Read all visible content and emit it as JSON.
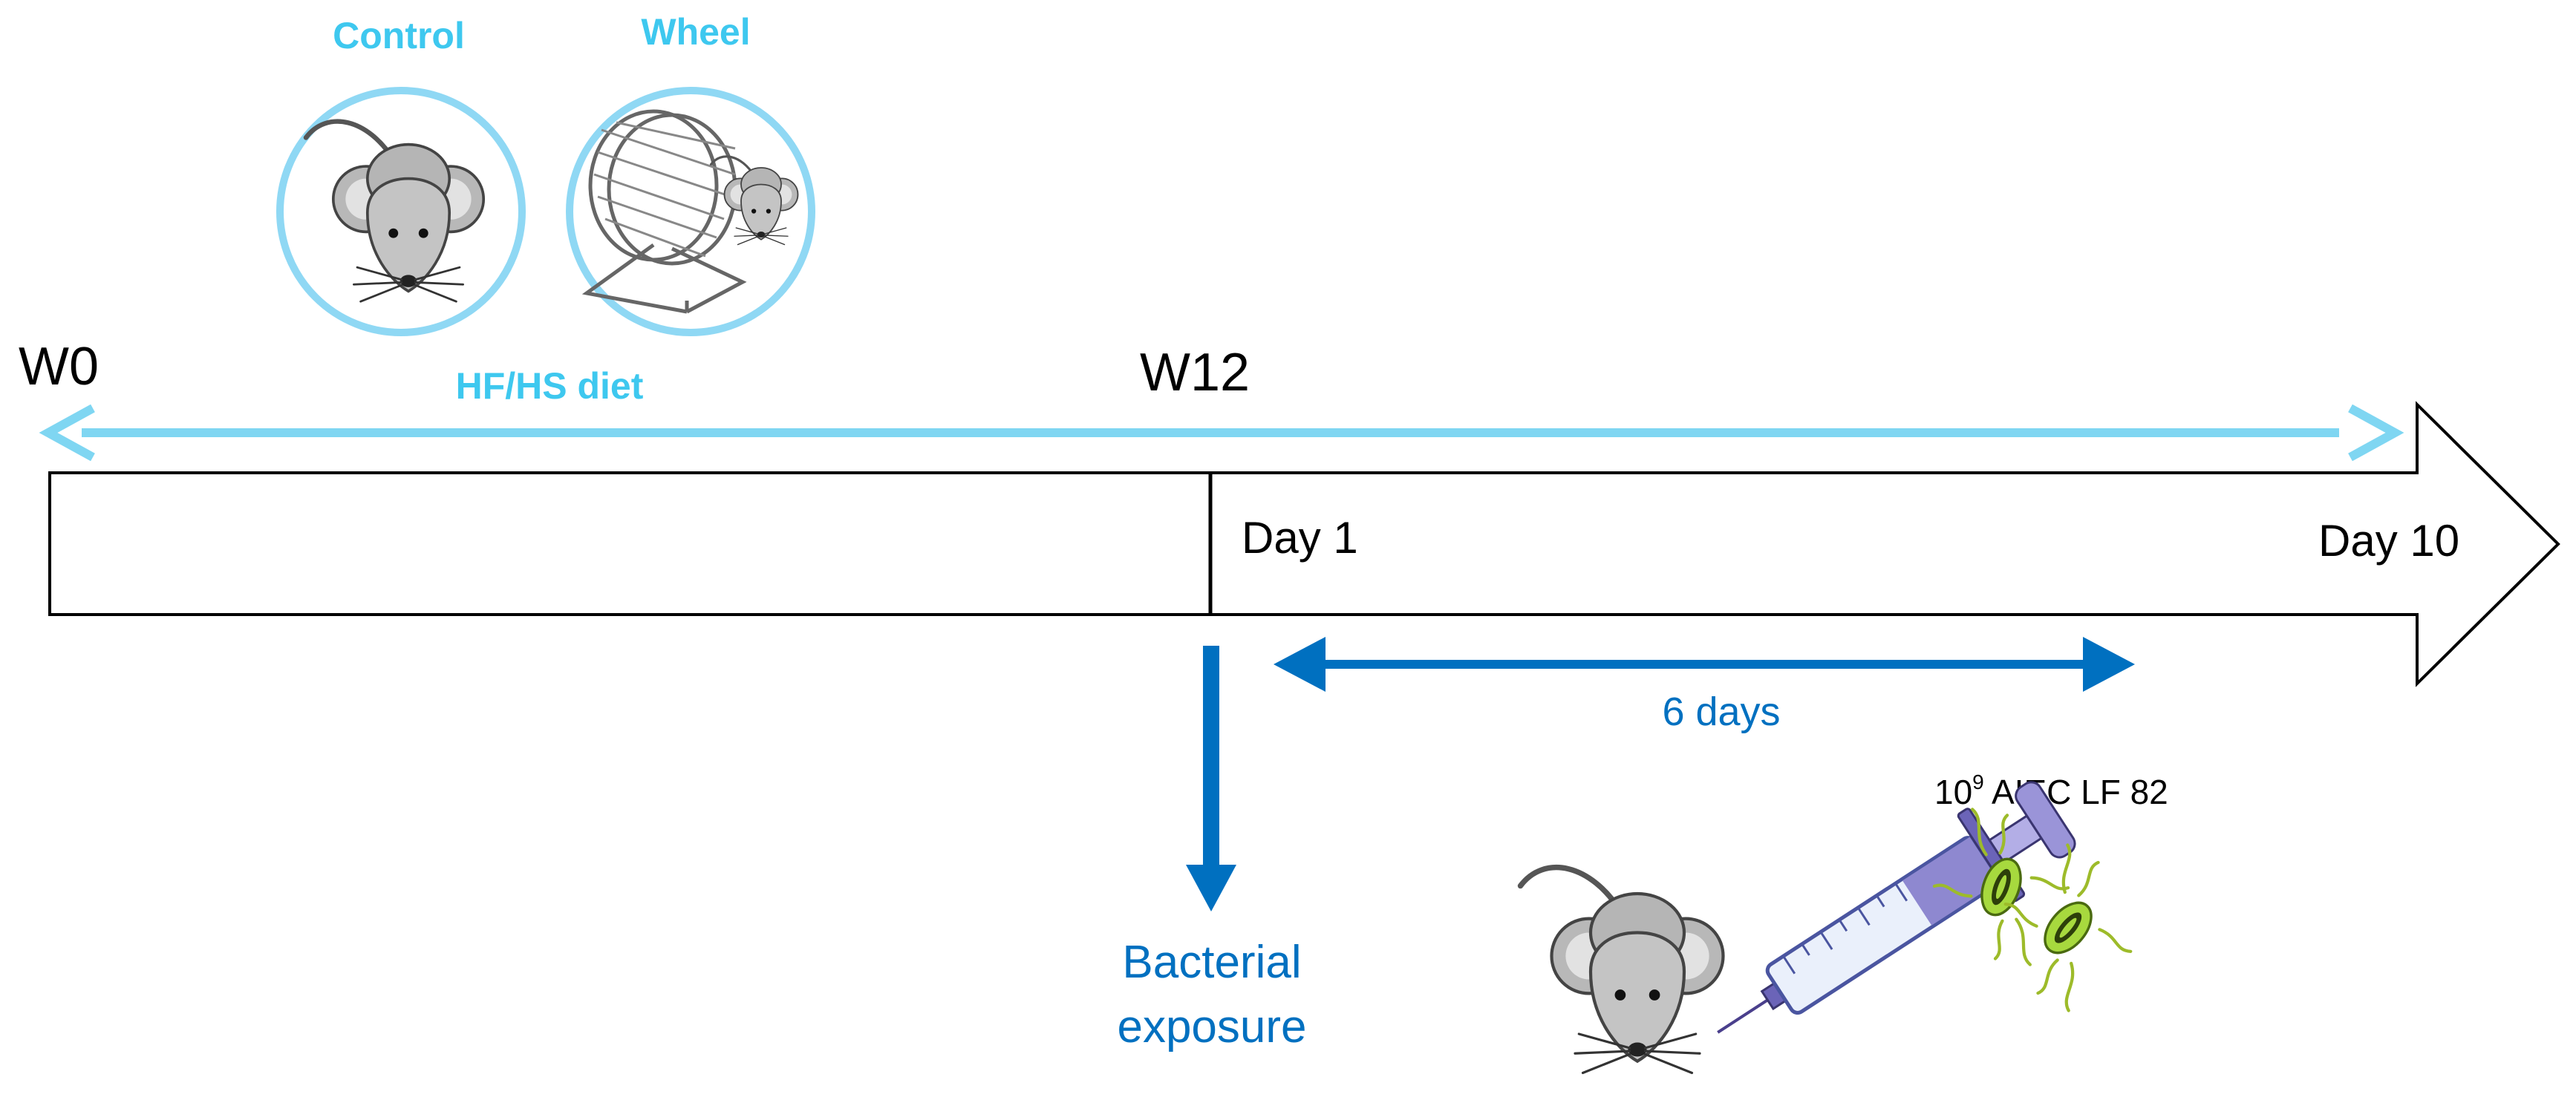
{
  "labels": {
    "w0": "W0",
    "w12": "W12",
    "day1": "Day 1",
    "day10": "Day 10",
    "diet": "HF/HS diet",
    "six_days": "6 days",
    "bacterial_line1": "Bacterial",
    "bacterial_line2": "exposure",
    "gavage_base": "10",
    "gavage_exp": "9",
    "gavage_rest": " AIEC LF 82"
  },
  "groups": [
    {
      "label": "Control",
      "icon": "mouse-icon"
    },
    {
      "label": "Wheel",
      "icon": "mouse-on-wheel-icon"
    }
  ],
  "colors": {
    "light_blue": "#7fd6f2",
    "circle_blue": "#8fd8f4",
    "label_cyan": "#3ec8ef",
    "dark_blue": "#0070c0",
    "outline": "#000000",
    "mouse_gray": "#bdbdbd",
    "bacteria_green": "#a7d93e"
  }
}
